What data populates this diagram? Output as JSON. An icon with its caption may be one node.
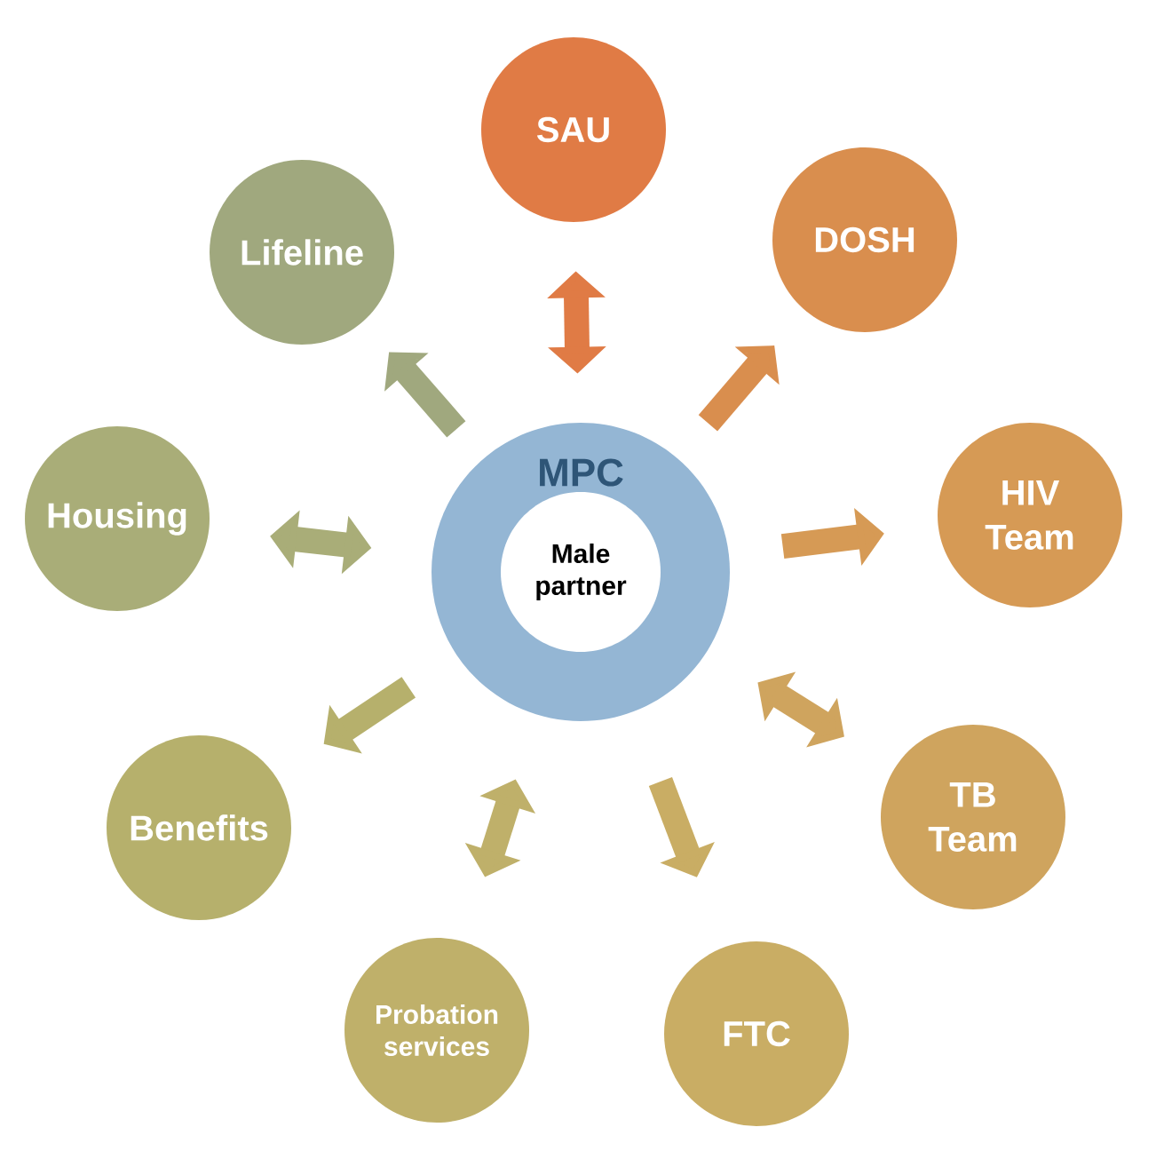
{
  "diagram": {
    "nodes": [
      {
        "text": [
          "MPC"
        ]
      },
      {
        "text": [
          "Male partner"
        ],
        "in": 0
      },
      {
        "text": [
          "SAU"
        ]
      },
      {
        "text": [
          "DOSH"
        ]
      },
      {
        "text": [
          "HIV Team"
        ]
      },
      {
        "text": [
          "TB Team"
        ]
      },
      {
        "text": [
          "FTC"
        ]
      },
      {
        "text": [
          "Probation services"
        ]
      },
      {
        "text": [
          "Benefits"
        ]
      },
      {
        "text": [
          "Housing"
        ]
      },
      {
        "text": [
          "Lifeline"
        ]
      }
    ],
    "edges": [
      {
        "from": 0,
        "to": 2,
        "arrow": "both"
      },
      {
        "from": 0,
        "to": 3,
        "arrow": "to"
      },
      {
        "from": 0,
        "to": 4,
        "arrow": "to"
      },
      {
        "from": 0,
        "to": 5,
        "arrow": "both"
      },
      {
        "from": 0,
        "to": 6,
        "arrow": "to"
      },
      {
        "from": 0,
        "to": 7,
        "arrow": "both"
      },
      {
        "from": 0,
        "to": 8,
        "arrow": "to"
      },
      {
        "from": 0,
        "to": 9,
        "arrow": "both"
      },
      {
        "from": 0,
        "to": 10,
        "arrow": "to"
      }
    ]
  }
}
